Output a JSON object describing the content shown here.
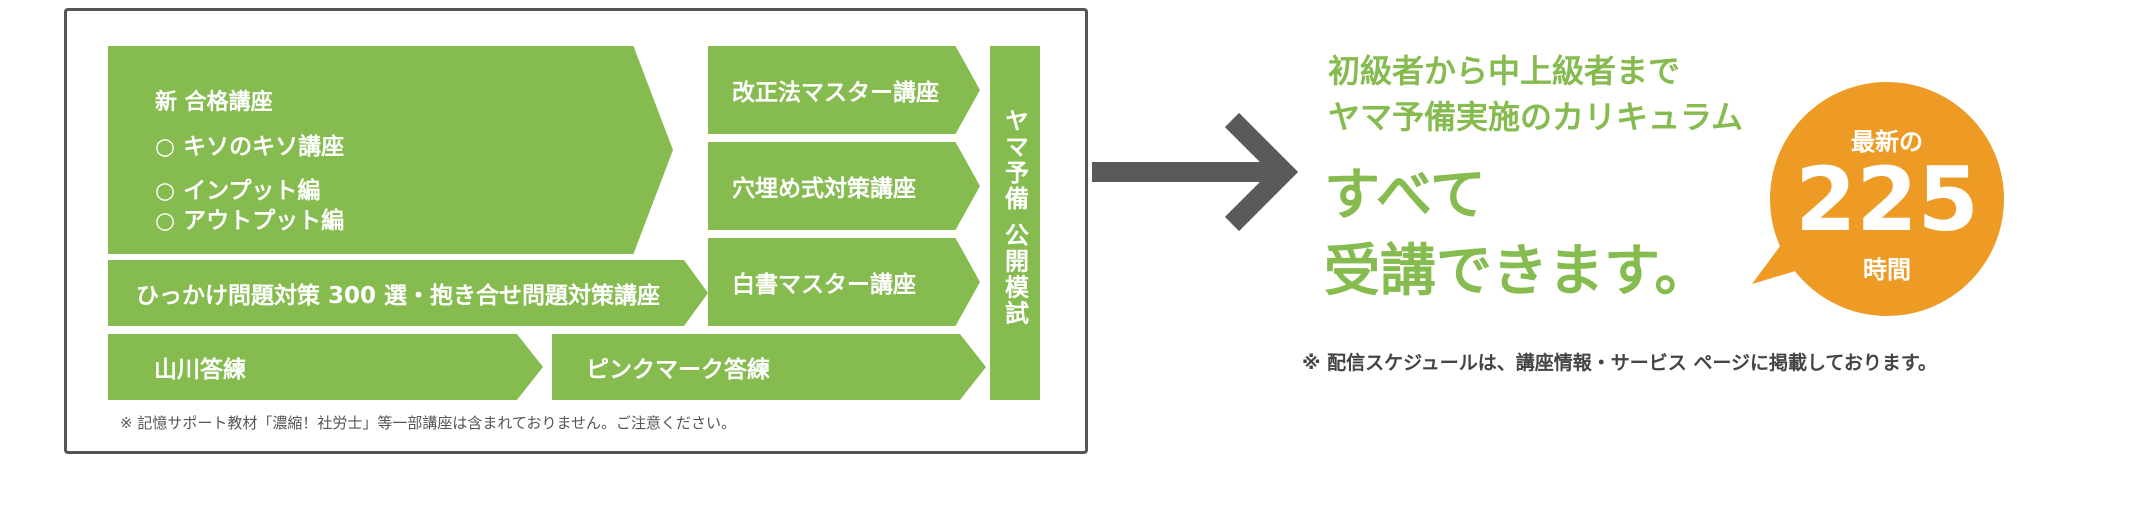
{
  "curriculum": {
    "main_course": {
      "title": "新 合格講座",
      "line2": "○ キソのキソ講座",
      "line3a": "○ インプット編",
      "line3b": "○ アウトプット編"
    },
    "hikkake": "ひっかけ問題対策 300 選・抱き合せ問題対策講座",
    "yamakawa": "山川答練",
    "pink": "ピンクマーク答練",
    "kaisei": "改正法マスター講座",
    "anaume": "穴埋め式対策講座",
    "hakusho": "白書マスター講座",
    "mogi": "ヤマ予備 公開模試",
    "note": "※ 記憶サポート教材「濃縮！社労士」等一部講座は含まれておりません。ご注意ください。"
  },
  "promo": {
    "line1": "初級者から中上級者まで",
    "line2": "ヤマ予備実施のカリキュラム",
    "big1": "すべて",
    "big2": "受講できます。",
    "badge": {
      "label_top": "最新の",
      "number": "225",
      "label_bottom": "時間"
    },
    "note": "※ 配信スケジュールは、講座情報・サービス ページに掲載しております。"
  },
  "colors": {
    "green": "#85bb4f",
    "orange": "#ee9b25",
    "arrow": "#5a5a5a",
    "border": "#555555"
  },
  "icons": {
    "arrow": "arrow-right-icon"
  }
}
